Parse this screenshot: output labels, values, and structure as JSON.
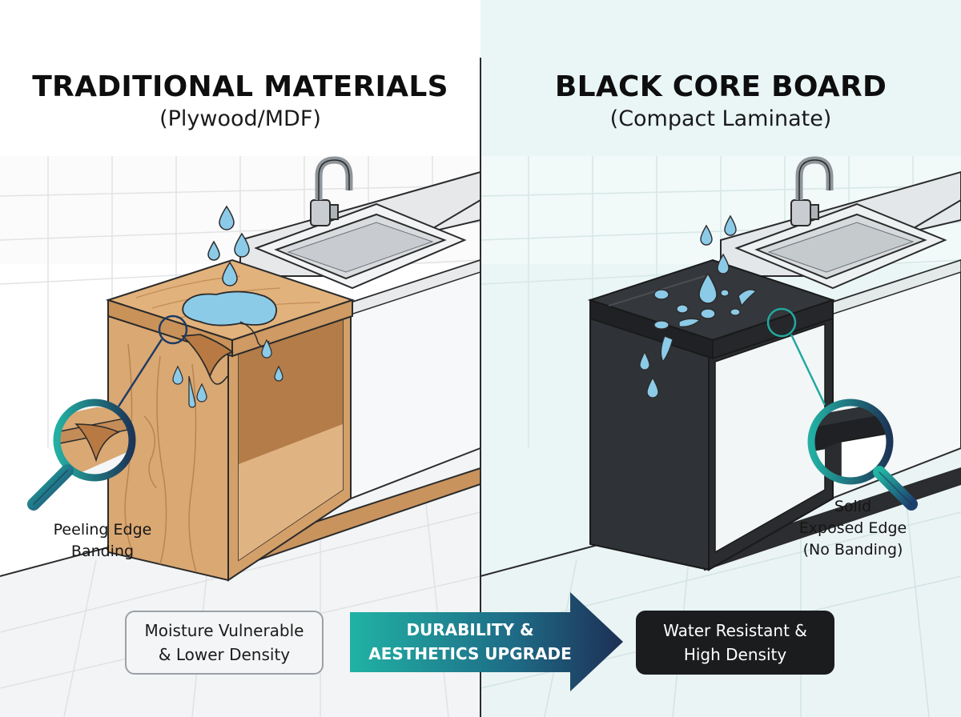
{
  "left_panel": {
    "title": "TRADITIONAL MATERIALS",
    "subtitle": "(Plywood/MDF)",
    "callout_lines": [
      "Peeling Edge",
      "Banding"
    ],
    "summary_lines": [
      "Moisture Vulnerable",
      "& Lower Density"
    ]
  },
  "right_panel": {
    "title": "BLACK CORE BOARD",
    "subtitle": "(Compact Laminate)",
    "callout_lines": [
      "Solid",
      "Exposed Edge",
      "(No Banding)"
    ],
    "summary_lines": [
      "Water Resistant &",
      "High Density"
    ]
  },
  "arrow": {
    "lines": [
      "DURABILITY &",
      "AESTHETICS UPGRADE"
    ]
  },
  "colors": {
    "left_background": "#ffffff",
    "right_background": "#eaf6f6",
    "wood": "#d9a873",
    "black_core": "#2a2c2f",
    "water": "#8ccbe8",
    "teal_accent": "#22a9a0",
    "navy_accent": "#1f3b63"
  },
  "icons": [
    "magnifier-icon",
    "water-drop-icon",
    "faucet-icon",
    "sink-icon"
  ]
}
